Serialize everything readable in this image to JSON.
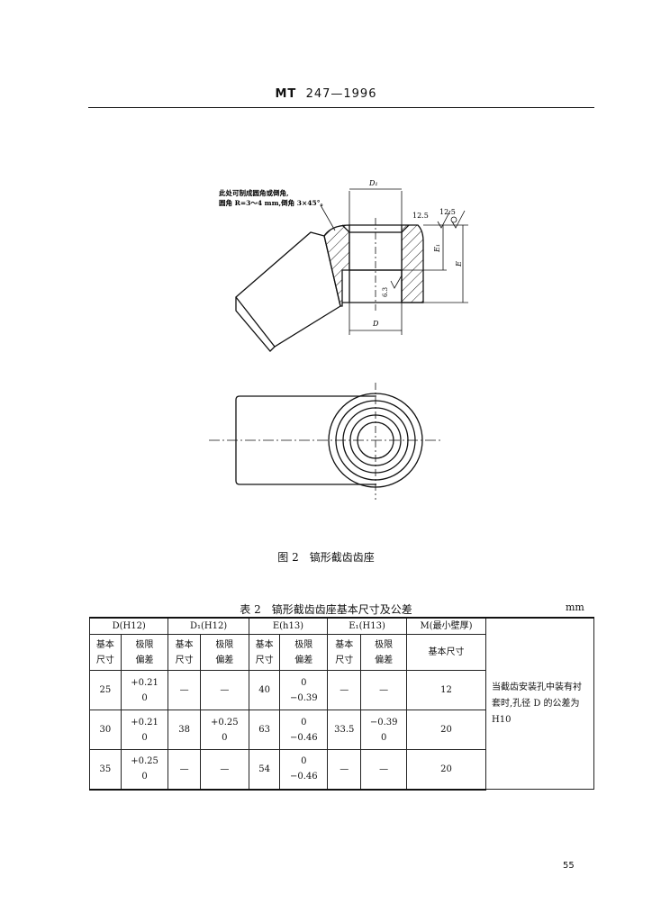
{
  "header": {
    "standard": "MT",
    "number": "247—1996"
  },
  "figure": {
    "note_line1": "此处可制成圆角或倒角,",
    "note_line2": "圆角 R=3～4 mm,倒角 3×45°。",
    "dim_D1": "D₁",
    "dim_D": "D",
    "dim_E1": "E₁",
    "dim_E": "E",
    "rough1": "12.5",
    "rough2": "12.5",
    "rough3": "6.3",
    "caption": "图 2　镐形截齿齿座"
  },
  "table": {
    "caption": "表 2　镐形截齿齿座基本尺寸及公差",
    "unit": "mm",
    "groups": [
      "D(H12)",
      "D₁(H12)",
      "E(h13)",
      "E₁(H13)",
      "M(最小壁厚)"
    ],
    "sub": {
      "basic": [
        "基本",
        "尺寸"
      ],
      "limit": [
        "极限",
        "偏差"
      ],
      "m_basic": "基本尺寸"
    },
    "rows": [
      {
        "D": "25",
        "D_dev": [
          "+0.21",
          "0"
        ],
        "D1": "—",
        "D1_dev": [
          "—"
        ],
        "E": "40",
        "E_dev": [
          "0",
          "−0.39"
        ],
        "E1": "—",
        "E1_dev": [
          "—"
        ],
        "M": "12"
      },
      {
        "D": "30",
        "D_dev": [
          "+0.21",
          "0"
        ],
        "D1": "38",
        "D1_dev": [
          "+0.25",
          "0"
        ],
        "E": "63",
        "E_dev": [
          "0",
          "−0.46"
        ],
        "E1": "33.5",
        "E1_dev": [
          "−0.39",
          "0"
        ],
        "M": "20"
      },
      {
        "D": "35",
        "D_dev": [
          "+0.25",
          "0"
        ],
        "D1": "—",
        "D1_dev": [
          "—"
        ],
        "E": "54",
        "E_dev": [
          "0",
          "−0.46"
        ],
        "E1": "—",
        "E1_dev": [
          "—"
        ],
        "M": "20"
      }
    ],
    "note": "当截齿安装孔中装有衬套时,孔径 D 的公差为 H10"
  },
  "page_number": "55"
}
